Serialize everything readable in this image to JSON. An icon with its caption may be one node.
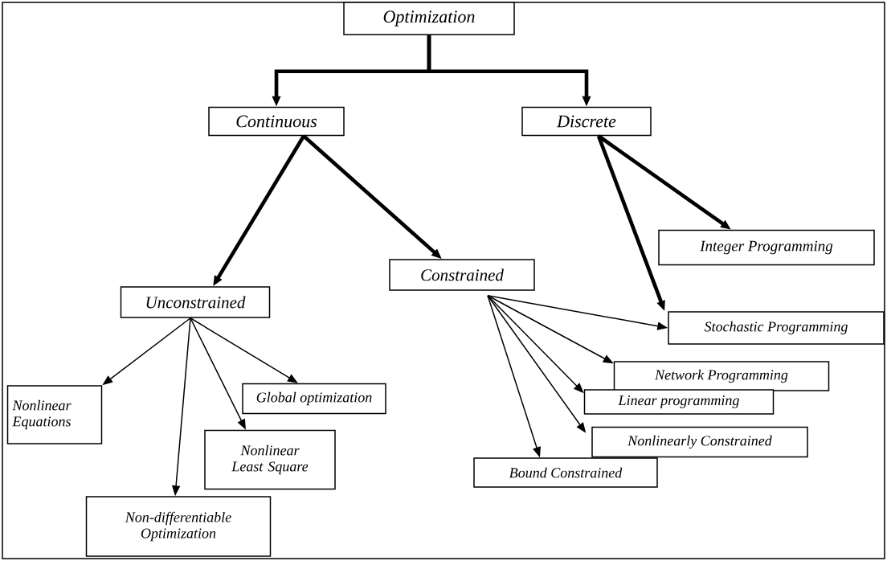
{
  "diagram": {
    "nodes": [
      {
        "text": [
          "Optimization"
        ]
      },
      {
        "text": [
          "Continuous"
        ]
      },
      {
        "text": [
          "Discrete"
        ]
      },
      {
        "text": [
          "Unconstrained"
        ]
      },
      {
        "text": [
          "Constrained"
        ]
      },
      {
        "text": [
          "Integer Programming"
        ]
      },
      {
        "text": [
          "Stochastic Programming"
        ]
      },
      {
        "text": [
          "Network Programming"
        ]
      },
      {
        "text": [
          "Linear programming"
        ]
      },
      {
        "text": [
          "Nonlinearly Constrained"
        ]
      },
      {
        "text": [
          "Bound Constrained"
        ]
      },
      {
        "text": [
          "Nonlinear Equations"
        ]
      },
      {
        "text": [
          "Global optimization"
        ]
      },
      {
        "text": [
          "Nonlinear Least Square"
        ]
      },
      {
        "text": [
          "Non-differentiable Optimization"
        ]
      }
    ],
    "edges": [
      {
        "from": 0,
        "to": 1,
        "arrow": "to",
        "style": "thick"
      },
      {
        "from": 0,
        "to": 2,
        "arrow": "to",
        "style": "thick"
      },
      {
        "from": 1,
        "to": 3,
        "arrow": "to",
        "style": "thick"
      },
      {
        "from": 1,
        "to": 4,
        "arrow": "to",
        "style": "thick"
      },
      {
        "from": 2,
        "to": 5,
        "arrow": "to",
        "style": "thick"
      },
      {
        "from": 2,
        "to": 6,
        "arrow": "to",
        "style": "thick"
      },
      {
        "from": 4,
        "to": 6,
        "arrow": "to"
      },
      {
        "from": 4,
        "to": 7,
        "arrow": "to"
      },
      {
        "from": 4,
        "to": 8,
        "arrow": "to"
      },
      {
        "from": 4,
        "to": 9,
        "arrow": "to"
      },
      {
        "from": 4,
        "to": 10,
        "arrow": "to"
      },
      {
        "from": 3,
        "to": 11,
        "arrow": "to"
      },
      {
        "from": 3,
        "to": 12,
        "arrow": "to"
      },
      {
        "from": 3,
        "to": 13,
        "arrow": "to"
      },
      {
        "from": 3,
        "to": 14,
        "arrow": "to"
      }
    ]
  }
}
